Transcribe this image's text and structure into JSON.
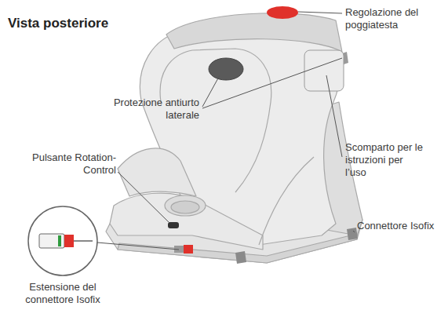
{
  "diagram": {
    "title": "Vista posteriore",
    "labels": [
      "Regolazione del poggiatesta",
      "Protezione antiurto laterale",
      "Scomparto per le istruzioni per l’uso",
      "Pulsante Rotation- Control",
      "Connettore Isofix",
      "Estensione del connettore Isofix"
    ]
  }
}
